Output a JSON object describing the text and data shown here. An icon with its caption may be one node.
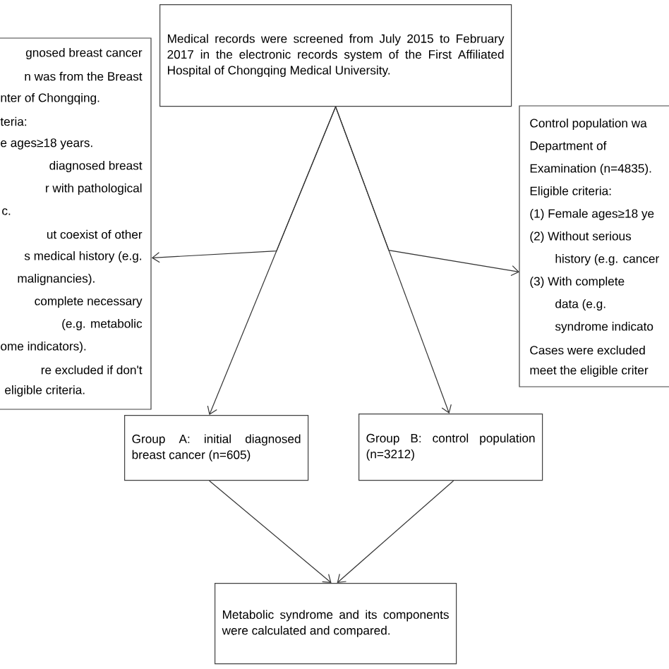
{
  "diagram": {
    "nodes": [
      {
        "text": [
          "Medical records were screened from July 2015 to February 2017 in the electronic records system of the First Affiliated Hospital of Chongqing Medical University."
        ]
      },
      {
        "text": [
          "gnosed breast cancer",
          "n was from the Breast",
          "nter of Chongqing.",
          "teria:",
          "e ages≥18 years.",
          "diagnosed breast",
          "r with pathological",
          "c.",
          "ut coexist of other",
          "s medical history (e.g.",
          "malignancies).",
          "complete necessary",
          "(e.g. metabolic",
          "ome indicators).",
          "re excluded if don't",
          "eligible criteria."
        ]
      },
      {
        "text": [
          "Control population wa",
          "Department of",
          "Examination (n=4835).",
          "Eligible criteria:",
          "(1) Female ages≥18 ye",
          "(2) Without serious",
          "history (e.g. cancer",
          "(3) With complete",
          "data (e.g.",
          "syndrome indicato",
          "Cases were excluded",
          "meet the eligible criter"
        ]
      },
      {
        "text": [
          "Group A: initial diagnosed breast cancer (n=605)"
        ]
      },
      {
        "text": [
          "Group B: control population (n=3212)"
        ]
      },
      {
        "text": [
          "Metabolic syndrome and its components were calculated and compared."
        ]
      }
    ],
    "edges": [
      {
        "from": 0,
        "to": 3,
        "arrow": "to"
      },
      {
        "from": 0,
        "to": 1,
        "arrow": "to"
      },
      {
        "from": 0,
        "to": 4,
        "arrow": "to"
      },
      {
        "from": 0,
        "to": 2,
        "arrow": "to"
      },
      {
        "from": 3,
        "to": 5,
        "arrow": "to"
      },
      {
        "from": 4,
        "to": 5,
        "arrow": "to"
      }
    ]
  }
}
